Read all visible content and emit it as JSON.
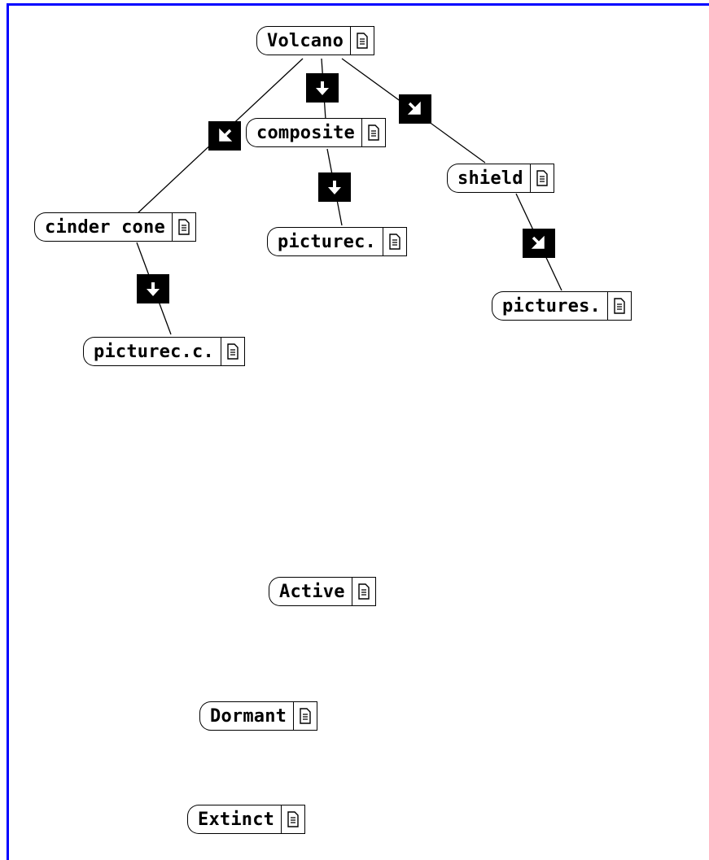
{
  "nodes": {
    "volcano": "Volcano",
    "composite": "composite",
    "shield": "shield",
    "cinder_cone": "cinder cone",
    "picturec": "picturec.",
    "pictures": "pictures.",
    "picturecc": "picturec.c.",
    "active": "Active",
    "dormant": "Dormant",
    "extinct": "Extinct"
  },
  "colors": {
    "frame": "#0000ff",
    "ink": "#000000",
    "background": "#ffffff"
  },
  "icons": {
    "document": "document-icon",
    "arrow_down": "arrow-down-icon",
    "arrow_down_left": "arrow-down-left-icon",
    "arrow_down_right": "arrow-down-right-icon"
  }
}
